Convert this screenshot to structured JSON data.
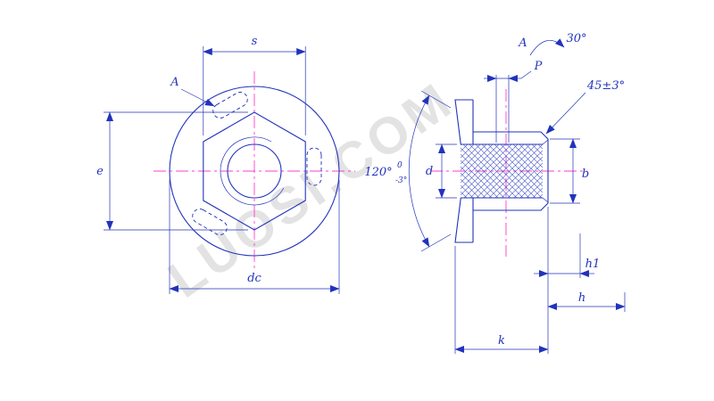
{
  "colors": {
    "line": "#2233bb",
    "centerline": "#ff3dcf",
    "dimension_text": "#2233bb",
    "watermark": "#c8c8c8",
    "background": "#ffffff"
  },
  "watermark": {
    "text": "LUOSI.COM"
  },
  "front_view": {
    "label_a": "A",
    "dim_s": "s",
    "dim_e": "e",
    "dim_dc": "dc"
  },
  "section_view": {
    "label_a": "A",
    "angle_30": "30°",
    "dim_p": "P",
    "chamfer": "45±3°",
    "angle_120": "120°",
    "angle_120_upper": "0",
    "angle_120_lower": "-3°",
    "dim_d": "d",
    "dim_b": "b",
    "dim_h1": "h1",
    "dim_h": "h",
    "dim_k": "k"
  }
}
